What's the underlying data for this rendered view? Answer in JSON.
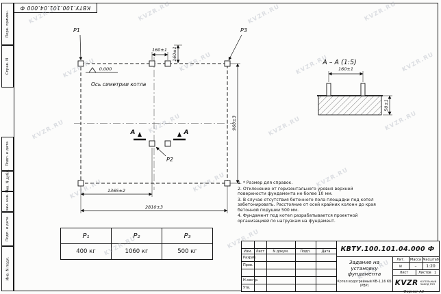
{
  "watermark": "KVZR.RU",
  "corner_designation": "КВТУ.100.101.04.000  Ф",
  "side_panel": {
    "labels": [
      "Перв. примен.",
      "Справ. N",
      "Подп. и дата",
      "Инв. N дубл.",
      "Взам. инв. N",
      "Подп. и дата",
      "Инв. N подл."
    ]
  },
  "plan": {
    "p1": "P1",
    "p2": "P2",
    "p3": "P3",
    "elevation": "0.000",
    "axis_label": "Ось симетрии котла",
    "section_letter": "А",
    "dims": {
      "top_h": "160±1",
      "top_v": "160±1",
      "right": "960±3",
      "bottom_half": "1365±2",
      "bottom_full": "2810±3"
    }
  },
  "section_view": {
    "title": "А – А (1:5)",
    "dim_top": "160±1",
    "dim_side": "50±1"
  },
  "notes": [
    "1. * Размер для справок.",
    "2. Отклонение от горизонтального уровня верхней поверхности фундамента не более 10 мм.",
    "3. В случае отсутствия бетонного пола площадки под котел забетонировать. Расстояние от осей крайних колонн до края бетонной подушки 500 мм.",
    "4. Фундамент под котел разрабатывается проектной организацией по нагрузкам на фундамент."
  ],
  "load_table": {
    "headers": [
      "P₁",
      "P₂",
      "P₃"
    ],
    "values": [
      "400 кг",
      "1060 кг",
      "500 кг"
    ]
  },
  "title_block": {
    "designation": "КВТУ.100.101.04.000  Ф",
    "doc_title": "Задание на установку фундамента",
    "product": "Котел водогрейный КВ-1,16 КБ (РВР)",
    "columns": {
      "izm": "Изм.",
      "list": "Лист",
      "doc": "N докум.",
      "podp": "Подп.",
      "data": "Дата"
    },
    "roles": {
      "razrab": "Разраб.",
      "prov": "Пров.",
      "nkontr": "Н.контр.",
      "utv": "Утв."
    },
    "lit": {
      "label": "Лит.",
      "value": "и"
    },
    "mass": {
      "label": "Масса",
      "value": "–"
    },
    "scale": {
      "label": "Масштаб",
      "value": "1:20"
    },
    "sheet_label": "Лист",
    "sheets_label": "Листов",
    "sheets_value": "1",
    "logo": "KVZR",
    "company_line1": "КОТЕЛЬНЫЙ",
    "company_line2": "ЗАВОД РЭП",
    "format": "Формат А3"
  }
}
